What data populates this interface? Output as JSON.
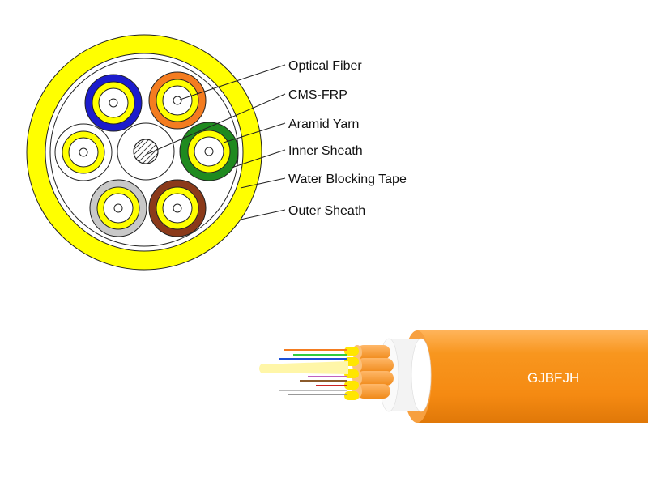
{
  "labels": {
    "optical_fiber": "Optical Fiber",
    "cms_frp": "CMS-FRP",
    "aramid_yarn": "Aramid Yarn",
    "inner_sheath": "Inner Sheath",
    "water_blocking_tape": "Water Blocking Tape",
    "outer_sheath": "Outer Sheath"
  },
  "cable_marking": "GJBFJH",
  "colors": {
    "outer_sheath": "#ffff00",
    "cable_jacket": "#f7941d",
    "subunit_blue": "#1c1ccc",
    "subunit_orange": "#f47c20",
    "subunit_green": "#1f8a1f",
    "subunit_brown": "#8b3a1a",
    "subunit_grey": "#c8c8c8",
    "subunit_white": "#ffffff"
  }
}
